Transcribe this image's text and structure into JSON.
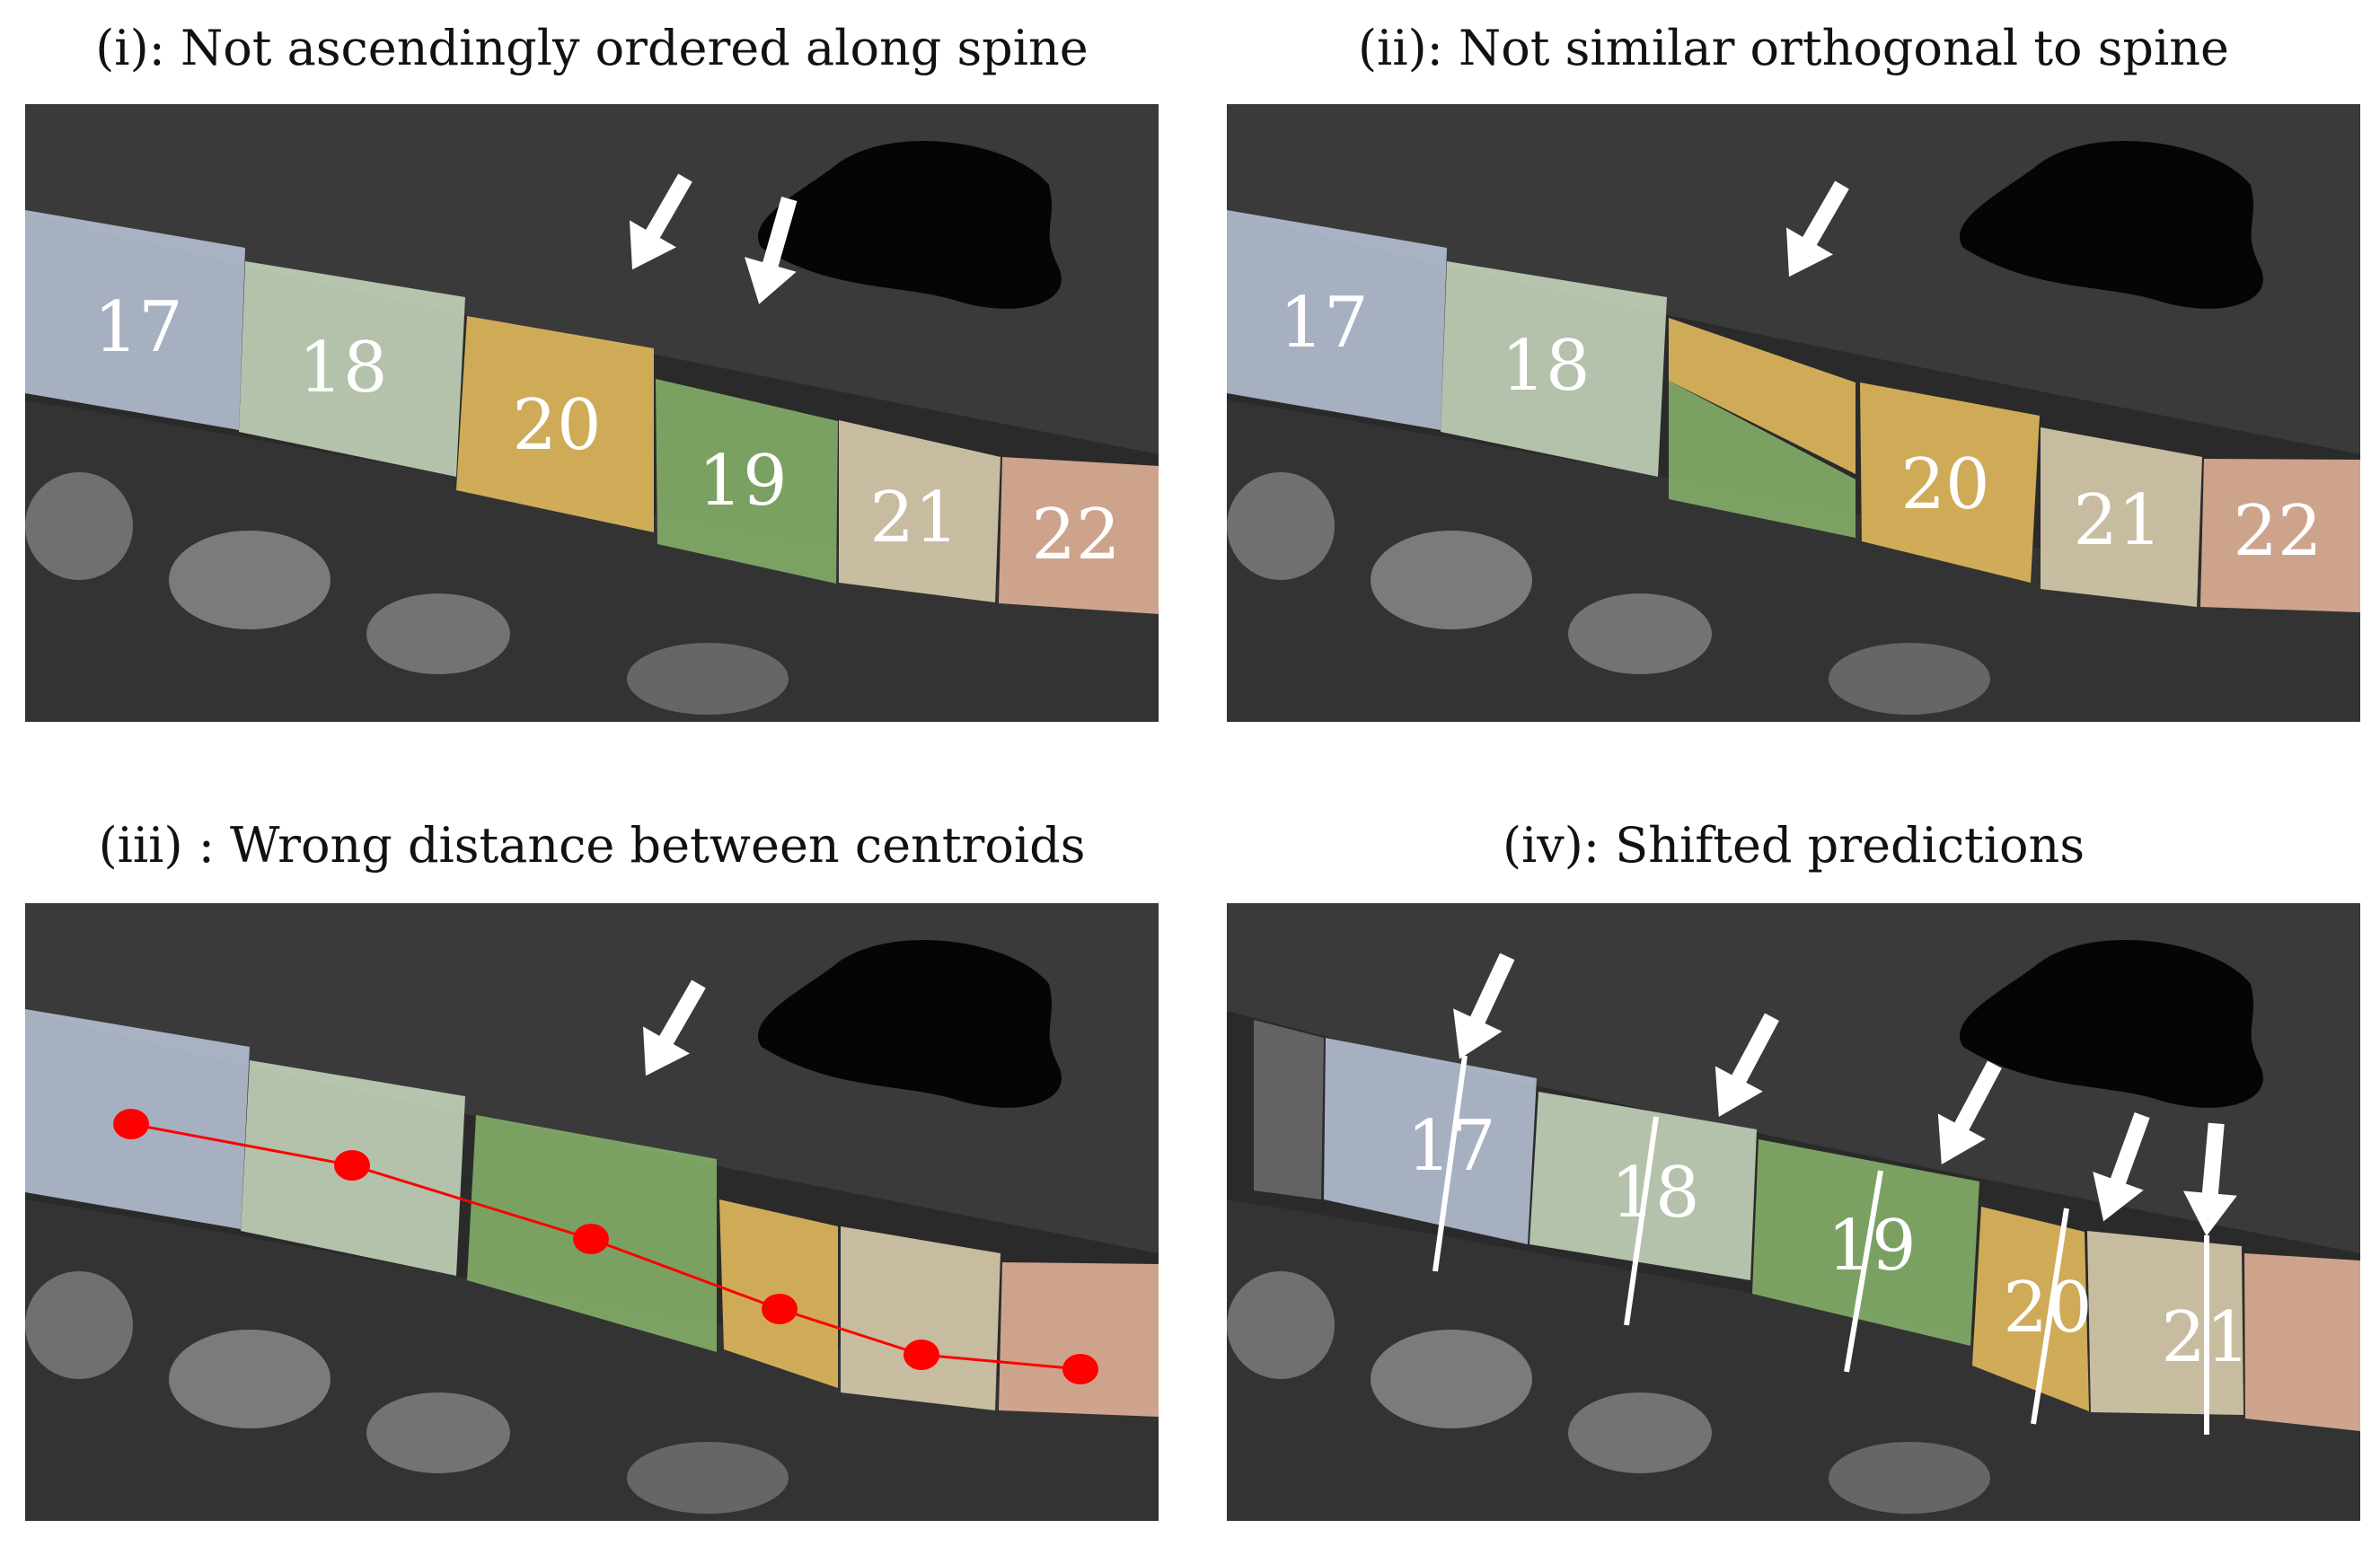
{
  "panels": [
    {
      "id": "i",
      "title": "(i): Not ascendingly ordered along spine",
      "vertebrae": [
        {
          "label": "17",
          "color": "#b7c3d6"
        },
        {
          "label": "18",
          "color": "#c7d6bd"
        },
        {
          "label": "20",
          "color": "#e6bd5e"
        },
        {
          "label": "19",
          "color": "#86b26a"
        },
        {
          "label": "21",
          "color": "#ddd0b0"
        },
        {
          "label": "22",
          "color": "#e4b49a"
        }
      ]
    },
    {
      "id": "ii",
      "title": "(ii): Not similar orthogonal to spine",
      "vertebrae": [
        {
          "label": "17",
          "color": "#b7c3d6"
        },
        {
          "label": "18",
          "color": "#c7d6bd"
        },
        {
          "label": "",
          "color": "#e6bd5e"
        },
        {
          "label": "",
          "color": "#86b26a"
        },
        {
          "label": "20",
          "color": "#e6bd5e"
        },
        {
          "label": "21",
          "color": "#ddd0b0"
        },
        {
          "label": "22",
          "color": "#e4b49a"
        }
      ]
    },
    {
      "id": "iii",
      "title": "(iii) : Wrong distance between centroids",
      "vertebrae": [
        {
          "label": "",
          "color": "#b7c3d6"
        },
        {
          "label": "",
          "color": "#c7d6bd"
        },
        {
          "label": "",
          "color": "#86b26a"
        },
        {
          "label": "",
          "color": "#e6bd5e"
        },
        {
          "label": "",
          "color": "#ddd0b0"
        },
        {
          "label": "",
          "color": "#e4b49a"
        }
      ],
      "centroid_color": "#ff0000"
    },
    {
      "id": "iv",
      "title": "(iv): Shifted predictions",
      "vertebrae": [
        {
          "label": "17",
          "color": "#b7c3d6"
        },
        {
          "label": "18",
          "color": "#c7d6bd"
        },
        {
          "label": "19",
          "color": "#86b26a"
        },
        {
          "label": "20",
          "color": "#e6bd5e"
        },
        {
          "label": "21",
          "color": "#ddd0b0"
        },
        {
          "label": "",
          "color": "#e4b49a"
        }
      ]
    }
  ],
  "colors": {
    "background_ct": "#3b3b3b",
    "arrow": "#ffffff",
    "centroid_line": "#ff0000"
  },
  "icons": [
    "arrow-down-left-icon"
  ]
}
